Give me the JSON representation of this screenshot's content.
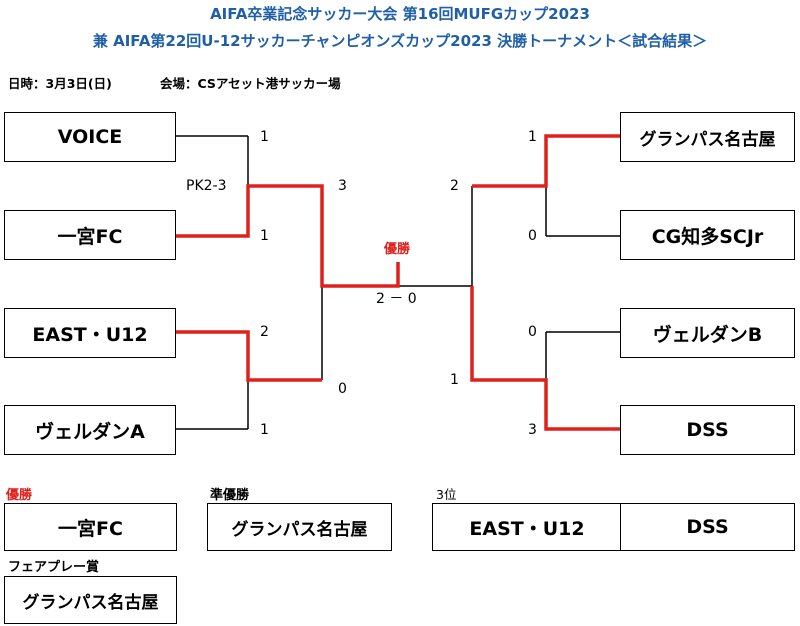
{
  "header": {
    "line1": "AIFA卒業記念サッカー大会 第16回MUFGカップ2023",
    "line2": "兼 AIFA第22回U-12サッカーチャンピオンズカップ2023 決勝トーナメント＜試合結果＞"
  },
  "info": {
    "date": "日時：3月3日(日)",
    "venue": "会場：CSアセット港サッカー場"
  },
  "teams_left": [
    "VOICE",
    "一宮FC",
    "EAST・U12",
    "ヴェルダンA"
  ],
  "teams_right": [
    "グランパス名古屋",
    "CG知多SCJr",
    "ヴェルダンB",
    "DSS"
  ],
  "scores": {
    "l1": "1",
    "l2": "1",
    "l3": "2",
    "l4": "1",
    "pk": "PK2-3",
    "lsf_top": "3",
    "lsf_bottom": "0",
    "r1": "1",
    "r2": "0",
    "r3": "0",
    "r4": "3",
    "rsf_top": "2",
    "rsf_bottom": "1",
    "final": "2 － 0"
  },
  "final_label": "優勝",
  "results": {
    "champion_label": "優勝",
    "champion": "一宮FC",
    "runner_up_label": "準優勝",
    "runner_up": "グランパス名古屋",
    "third_label": "3位",
    "third_a": "EAST・U12",
    "third_b": "DSS",
    "fairplay_label": "フェアプレー賞",
    "fairplay": "グランパス名古屋"
  },
  "colors": {
    "title": "#1f5fa8",
    "winner_line": "#e0201b",
    "line": "#000000"
  }
}
